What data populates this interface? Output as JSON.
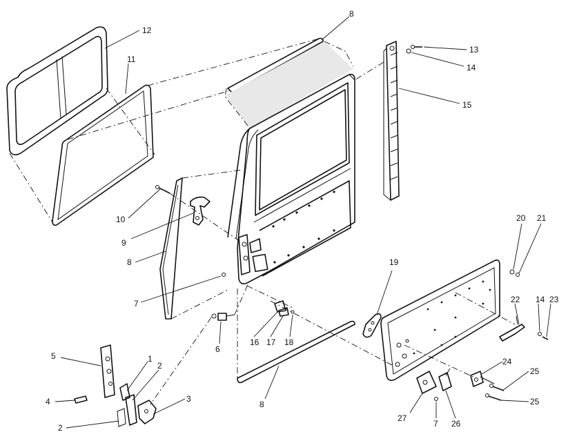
{
  "diagram": {
    "callouts": [
      {
        "id": "c12",
        "label": "12"
      },
      {
        "id": "c11",
        "label": "11"
      },
      {
        "id": "c8a",
        "label": "8"
      },
      {
        "id": "c13",
        "label": "13"
      },
      {
        "id": "c14a",
        "label": "14"
      },
      {
        "id": "c15",
        "label": "15"
      },
      {
        "id": "c10",
        "label": "10"
      },
      {
        "id": "c9",
        "label": "9"
      },
      {
        "id": "c8b",
        "label": "8"
      },
      {
        "id": "c7a",
        "label": "7"
      },
      {
        "id": "c19",
        "label": "19"
      },
      {
        "id": "c20",
        "label": "20"
      },
      {
        "id": "c21",
        "label": "21"
      },
      {
        "id": "c22",
        "label": "22"
      },
      {
        "id": "c14b",
        "label": "14"
      },
      {
        "id": "c23",
        "label": "23"
      },
      {
        "id": "c6",
        "label": "6"
      },
      {
        "id": "c16",
        "label": "16"
      },
      {
        "id": "c17",
        "label": "17"
      },
      {
        "id": "c18",
        "label": "18"
      },
      {
        "id": "c5",
        "label": "5"
      },
      {
        "id": "c1",
        "label": "1"
      },
      {
        "id": "c2a",
        "label": "2"
      },
      {
        "id": "c4",
        "label": "4"
      },
      {
        "id": "c3",
        "label": "3"
      },
      {
        "id": "c2b",
        "label": "2"
      },
      {
        "id": "c8c",
        "label": "8"
      },
      {
        "id": "c24",
        "label": "24"
      },
      {
        "id": "c25a",
        "label": "25"
      },
      {
        "id": "c25b",
        "label": "25"
      },
      {
        "id": "c27",
        "label": "27"
      },
      {
        "id": "c7b",
        "label": "7"
      },
      {
        "id": "c26",
        "label": "26"
      }
    ]
  }
}
